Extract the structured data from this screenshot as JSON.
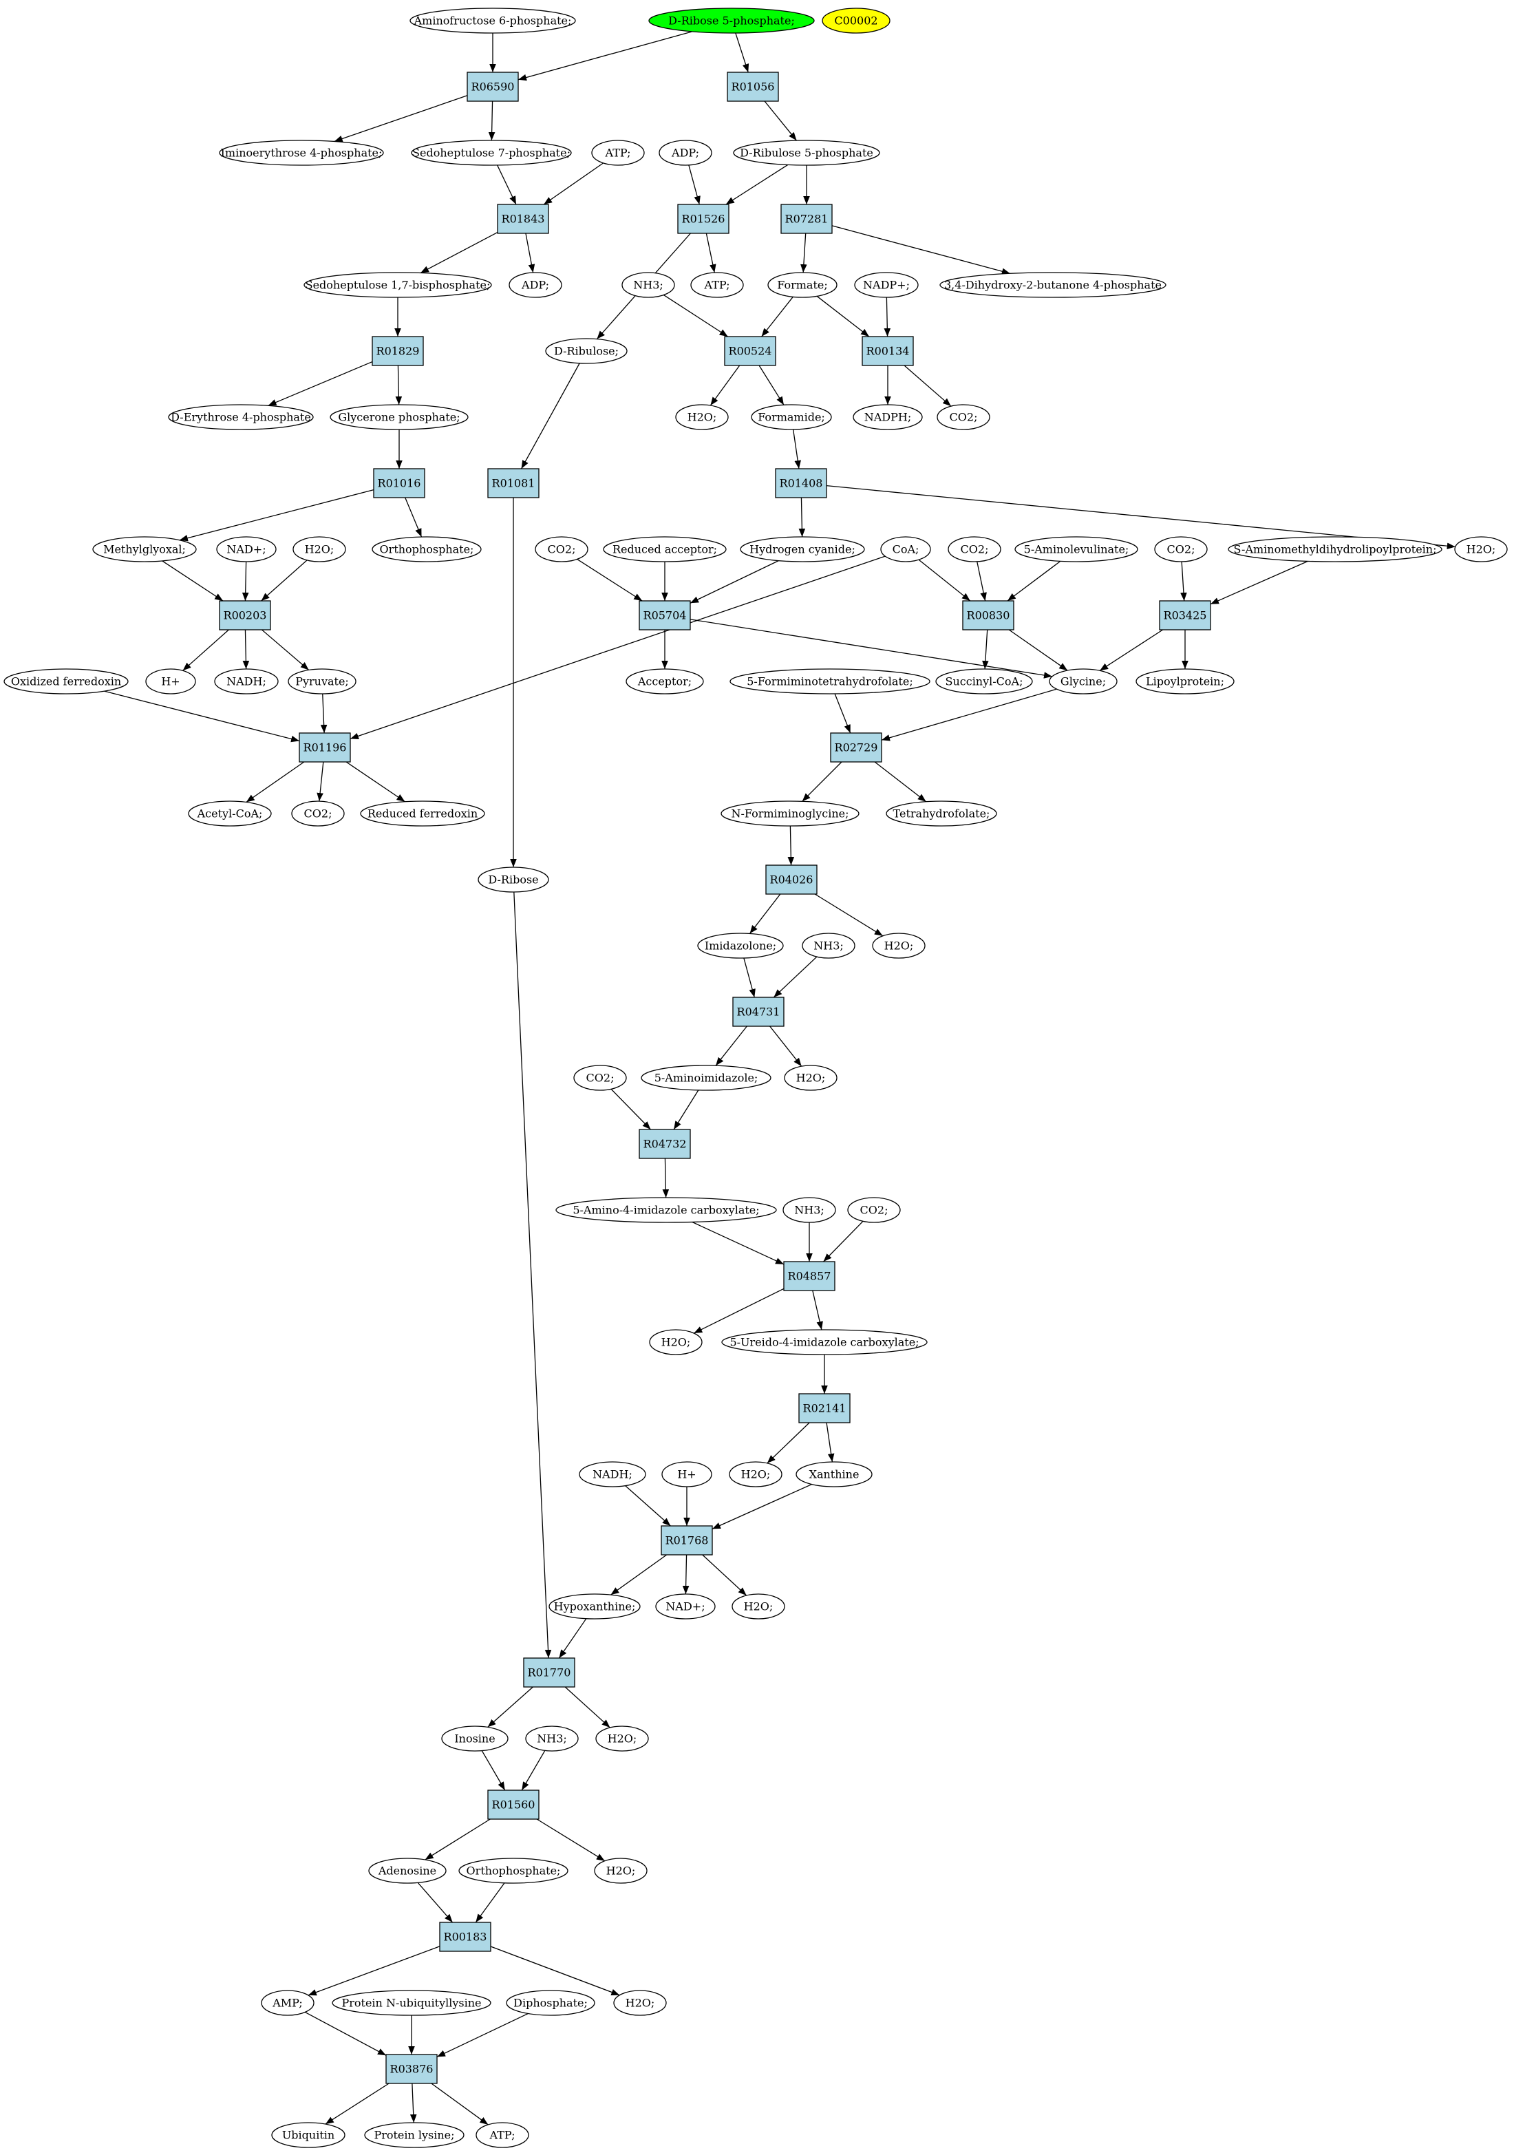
{
  "colors": {
    "reaction_fill": "#add8e6",
    "metabolite_fill": "#ffffff",
    "source_fill": "#00ff00",
    "highlight_fill": "#ffff00",
    "stroke": "#000000"
  },
  "nodes": [
    {
      "id": "n_amf6p",
      "label": "Aminofructose 6-phosphate;",
      "kind": "metabolite"
    },
    {
      "id": "n_dr5p",
      "label": "D-Ribose 5-phosphate;",
      "kind": "source"
    },
    {
      "id": "n_c00002",
      "label": "C00002",
      "kind": "highlight"
    },
    {
      "id": "r_R06590",
      "label": "R06590",
      "kind": "reaction"
    },
    {
      "id": "r_R01056",
      "label": "R01056",
      "kind": "reaction"
    },
    {
      "id": "n_ie4p",
      "label": "Iminoerythrose 4-phosphate;",
      "kind": "metabolite"
    },
    {
      "id": "n_s7p",
      "label": "Sedoheptulose 7-phosphate;",
      "kind": "metabolite"
    },
    {
      "id": "n_atp1",
      "label": "ATP;",
      "kind": "metabolite"
    },
    {
      "id": "n_adp1",
      "label": "ADP;",
      "kind": "metabolite"
    },
    {
      "id": "n_dru5p",
      "label": "D-Ribulose 5-phosphate",
      "kind": "metabolite"
    },
    {
      "id": "r_R01843",
      "label": "R01843",
      "kind": "reaction"
    },
    {
      "id": "r_R01526",
      "label": "R01526",
      "kind": "reaction"
    },
    {
      "id": "r_R07281",
      "label": "R07281",
      "kind": "reaction"
    },
    {
      "id": "n_s17bp",
      "label": "Sedoheptulose 1,7-bisphosphate;",
      "kind": "metabolite"
    },
    {
      "id": "n_adp2",
      "label": "ADP;",
      "kind": "metabolite"
    },
    {
      "id": "n_nh3a",
      "label": "NH3;",
      "kind": "metabolite"
    },
    {
      "id": "n_atp2",
      "label": "ATP;",
      "kind": "metabolite"
    },
    {
      "id": "n_formate",
      "label": "Formate;",
      "kind": "metabolite"
    },
    {
      "id": "n_nadpp",
      "label": "NADP+;",
      "kind": "metabolite"
    },
    {
      "id": "n_dhb4p",
      "label": "3,4-Dihydroxy-2-butanone 4-phosphate",
      "kind": "metabolite"
    },
    {
      "id": "r_R01829",
      "label": "R01829",
      "kind": "reaction"
    },
    {
      "id": "n_dribulose",
      "label": "D-Ribulose;",
      "kind": "metabolite"
    },
    {
      "id": "r_R00524",
      "label": "R00524",
      "kind": "reaction"
    },
    {
      "id": "r_R00134",
      "label": "R00134",
      "kind": "reaction"
    },
    {
      "id": "n_de4p",
      "label": "D-Erythrose 4-phosphate",
      "kind": "metabolite"
    },
    {
      "id": "n_gp",
      "label": "Glycerone phosphate;",
      "kind": "metabolite"
    },
    {
      "id": "n_h2o1",
      "label": "H2O;",
      "kind": "metabolite"
    },
    {
      "id": "n_formamide",
      "label": "Formamide;",
      "kind": "metabolite"
    },
    {
      "id": "n_nadph",
      "label": "NADPH;",
      "kind": "metabolite"
    },
    {
      "id": "n_co2a",
      "label": "CO2;",
      "kind": "metabolite"
    },
    {
      "id": "r_R01016",
      "label": "R01016",
      "kind": "reaction"
    },
    {
      "id": "r_R01081",
      "label": "R01081",
      "kind": "reaction"
    },
    {
      "id": "r_R01408",
      "label": "R01408",
      "kind": "reaction"
    },
    {
      "id": "n_mgx",
      "label": "Methylglyoxal;",
      "kind": "metabolite"
    },
    {
      "id": "n_nadp2",
      "label": "NAD+;",
      "kind": "metabolite"
    },
    {
      "id": "n_h2o2",
      "label": "H2O;",
      "kind": "metabolite"
    },
    {
      "id": "n_ortho1",
      "label": "Orthophosphate;",
      "kind": "metabolite"
    },
    {
      "id": "n_co2b",
      "label": "CO2;",
      "kind": "metabolite"
    },
    {
      "id": "n_redacc",
      "label": "Reduced acceptor;",
      "kind": "metabolite"
    },
    {
      "id": "n_hcn",
      "label": "Hydrogen cyanide;",
      "kind": "metabolite"
    },
    {
      "id": "n_coa",
      "label": "CoA;",
      "kind": "metabolite"
    },
    {
      "id": "n_co2c",
      "label": "CO2;",
      "kind": "metabolite"
    },
    {
      "id": "n_ala",
      "label": "5-Aminolevulinate;",
      "kind": "metabolite"
    },
    {
      "id": "n_co2d",
      "label": "CO2;",
      "kind": "metabolite"
    },
    {
      "id": "n_samdlp",
      "label": "S-Aminomethyldihydrolipoylprotein;",
      "kind": "metabolite"
    },
    {
      "id": "n_h2o3",
      "label": "H2O;",
      "kind": "metabolite"
    },
    {
      "id": "r_R00203",
      "label": "R00203",
      "kind": "reaction"
    },
    {
      "id": "r_R05704",
      "label": "R05704",
      "kind": "reaction"
    },
    {
      "id": "r_R00830",
      "label": "R00830",
      "kind": "reaction"
    },
    {
      "id": "r_R03425",
      "label": "R03425",
      "kind": "reaction"
    },
    {
      "id": "n_oxfd",
      "label": "Oxidized ferredoxin",
      "kind": "metabolite"
    },
    {
      "id": "n_hplus1",
      "label": "H+",
      "kind": "metabolite"
    },
    {
      "id": "n_nadh1",
      "label": "NADH;",
      "kind": "metabolite"
    },
    {
      "id": "n_pyr",
      "label": "Pyruvate;",
      "kind": "metabolite"
    },
    {
      "id": "n_acceptor",
      "label": "Acceptor;",
      "kind": "metabolite"
    },
    {
      "id": "n_5fthf",
      "label": "5-Formiminotetrahydrofolate;",
      "kind": "metabolite"
    },
    {
      "id": "n_succoa",
      "label": "Succinyl-CoA;",
      "kind": "metabolite"
    },
    {
      "id": "n_gly",
      "label": "Glycine;",
      "kind": "metabolite"
    },
    {
      "id": "n_lipo",
      "label": "Lipoylprotein;",
      "kind": "metabolite"
    },
    {
      "id": "r_R01196",
      "label": "R01196",
      "kind": "reaction"
    },
    {
      "id": "r_R02729",
      "label": "R02729",
      "kind": "reaction"
    },
    {
      "id": "n_acoa",
      "label": "Acetyl-CoA;",
      "kind": "metabolite"
    },
    {
      "id": "n_co2e",
      "label": "CO2;",
      "kind": "metabolite"
    },
    {
      "id": "n_redfd",
      "label": "Reduced ferredoxin",
      "kind": "metabolite"
    },
    {
      "id": "n_nfg",
      "label": "N-Formiminoglycine;",
      "kind": "metabolite"
    },
    {
      "id": "n_thf",
      "label": "Tetrahydrofolate;",
      "kind": "metabolite"
    },
    {
      "id": "n_dribose",
      "label": "D-Ribose",
      "kind": "metabolite"
    },
    {
      "id": "r_R04026",
      "label": "R04026",
      "kind": "reaction"
    },
    {
      "id": "n_imidazolone",
      "label": "Imidazolone;",
      "kind": "metabolite"
    },
    {
      "id": "n_nh3b",
      "label": "NH3;",
      "kind": "metabolite"
    },
    {
      "id": "n_h2o4",
      "label": "H2O;",
      "kind": "metabolite"
    },
    {
      "id": "r_R04731",
      "label": "R04731",
      "kind": "reaction"
    },
    {
      "id": "n_co2f",
      "label": "CO2;",
      "kind": "metabolite"
    },
    {
      "id": "n_5ai",
      "label": "5-Aminoimidazole;",
      "kind": "metabolite"
    },
    {
      "id": "n_h2o5",
      "label": "H2O;",
      "kind": "metabolite"
    },
    {
      "id": "r_R04732",
      "label": "R04732",
      "kind": "reaction"
    },
    {
      "id": "n_5a4ic",
      "label": "5-Amino-4-imidazole carboxylate;",
      "kind": "metabolite"
    },
    {
      "id": "n_nh3c",
      "label": "NH3;",
      "kind": "metabolite"
    },
    {
      "id": "n_co2g",
      "label": "CO2;",
      "kind": "metabolite"
    },
    {
      "id": "r_R04857",
      "label": "R04857",
      "kind": "reaction"
    },
    {
      "id": "n_h2o6",
      "label": "H2O;",
      "kind": "metabolite"
    },
    {
      "id": "n_5u4ic",
      "label": "5-Ureido-4-imidazole carboxylate;",
      "kind": "metabolite"
    },
    {
      "id": "r_R02141",
      "label": "R02141",
      "kind": "reaction"
    },
    {
      "id": "n_nadh2",
      "label": "NADH;",
      "kind": "metabolite"
    },
    {
      "id": "n_hplus2",
      "label": "H+",
      "kind": "metabolite"
    },
    {
      "id": "n_h2o7",
      "label": "H2O;",
      "kind": "metabolite"
    },
    {
      "id": "n_xanthine",
      "label": "Xanthine",
      "kind": "metabolite"
    },
    {
      "id": "r_R01768",
      "label": "R01768",
      "kind": "reaction"
    },
    {
      "id": "n_hypox",
      "label": "Hypoxanthine;",
      "kind": "metabolite"
    },
    {
      "id": "n_nadp3",
      "label": "NAD+;",
      "kind": "metabolite"
    },
    {
      "id": "n_h2o8",
      "label": "H2O;",
      "kind": "metabolite"
    },
    {
      "id": "r_R01770",
      "label": "R01770",
      "kind": "reaction"
    },
    {
      "id": "n_inosine",
      "label": "Inosine",
      "kind": "metabolite"
    },
    {
      "id": "n_nh3d",
      "label": "NH3;",
      "kind": "metabolite"
    },
    {
      "id": "n_h2o9",
      "label": "H2O;",
      "kind": "metabolite"
    },
    {
      "id": "r_R01560",
      "label": "R01560",
      "kind": "reaction"
    },
    {
      "id": "n_adenosine",
      "label": "Adenosine",
      "kind": "metabolite"
    },
    {
      "id": "n_ortho2",
      "label": "Orthophosphate;",
      "kind": "metabolite"
    },
    {
      "id": "n_h2o10",
      "label": "H2O;",
      "kind": "metabolite"
    },
    {
      "id": "r_R00183",
      "label": "R00183",
      "kind": "reaction"
    },
    {
      "id": "n_amp",
      "label": "AMP;",
      "kind": "metabolite"
    },
    {
      "id": "n_pnul",
      "label": "Protein N-ubiquityllysine",
      "kind": "metabolite"
    },
    {
      "id": "n_diphos",
      "label": "Diphosphate;",
      "kind": "metabolite"
    },
    {
      "id": "n_h2o11",
      "label": "H2O;",
      "kind": "metabolite"
    },
    {
      "id": "r_R03876",
      "label": "R03876",
      "kind": "reaction"
    },
    {
      "id": "n_ubiquitin",
      "label": "Ubiquitin",
      "kind": "metabolite"
    },
    {
      "id": "n_plys",
      "label": "Protein lysine;",
      "kind": "metabolite"
    },
    {
      "id": "n_atp3",
      "label": "ATP;",
      "kind": "metabolite"
    }
  ],
  "edges": [
    [
      "n_amf6p",
      "r_R06590"
    ],
    [
      "n_dr5p",
      "r_R06590"
    ],
    [
      "n_dr5p",
      "r_R01056"
    ],
    [
      "r_R06590",
      "n_ie4p"
    ],
    [
      "r_R06590",
      "n_s7p"
    ],
    [
      "r_R01056",
      "n_dru5p"
    ],
    [
      "n_s7p",
      "r_R01843"
    ],
    [
      "n_atp1",
      "r_R01843"
    ],
    [
      "r_R01843",
      "n_s17bp"
    ],
    [
      "r_R01843",
      "n_adp2"
    ],
    [
      "n_adp1",
      "r_R01526"
    ],
    [
      "n_dru5p",
      "r_R01526"
    ],
    [
      "n_dru5p",
      "r_R07281"
    ],
    [
      "r_R01526",
      "n_atp2"
    ],
    [
      "r_R01526",
      "n_dribulose"
    ],
    [
      "r_R07281",
      "n_formate"
    ],
    [
      "r_R07281",
      "n_dhb4p"
    ],
    [
      "n_s17bp",
      "r_R01829"
    ],
    [
      "r_R01829",
      "n_de4p"
    ],
    [
      "r_R01829",
      "n_gp"
    ],
    [
      "n_nh3a",
      "r_R00524"
    ],
    [
      "n_formate",
      "r_R00524"
    ],
    [
      "n_formate",
      "r_R00134"
    ],
    [
      "n_nadpp",
      "r_R00134"
    ],
    [
      "r_R00524",
      "n_h2o1"
    ],
    [
      "r_R00524",
      "n_formamide"
    ],
    [
      "r_R00134",
      "n_nadph"
    ],
    [
      "r_R00134",
      "n_co2a"
    ],
    [
      "n_gp",
      "r_R01016"
    ],
    [
      "r_R01016",
      "n_mgx"
    ],
    [
      "r_R01016",
      "n_ortho1"
    ],
    [
      "n_dribulose",
      "r_R01081"
    ],
    [
      "r_R01081",
      "n_dribose"
    ],
    [
      "n_formamide",
      "r_R01408"
    ],
    [
      "r_R01408",
      "n_hcn"
    ],
    [
      "r_R01408",
      "n_h2o3"
    ],
    [
      "n_mgx",
      "r_R00203"
    ],
    [
      "n_nadp2",
      "r_R00203"
    ],
    [
      "n_h2o2",
      "r_R00203"
    ],
    [
      "r_R00203",
      "n_hplus1"
    ],
    [
      "r_R00203",
      "n_nadh1"
    ],
    [
      "r_R00203",
      "n_pyr"
    ],
    [
      "n_co2b",
      "r_R05704"
    ],
    [
      "n_redacc",
      "r_R05704"
    ],
    [
      "n_hcn",
      "r_R05704"
    ],
    [
      "r_R05704",
      "n_acceptor"
    ],
    [
      "r_R05704",
      "n_gly"
    ],
    [
      "n_coa",
      "r_R00830"
    ],
    [
      "n_co2c",
      "r_R00830"
    ],
    [
      "n_ala",
      "r_R00830"
    ],
    [
      "r_R00830",
      "n_succoa"
    ],
    [
      "r_R00830",
      "n_gly"
    ],
    [
      "n_co2d",
      "r_R03425"
    ],
    [
      "n_samdlp",
      "r_R03425"
    ],
    [
      "r_R03425",
      "n_gly"
    ],
    [
      "r_R03425",
      "n_lipo"
    ],
    [
      "n_oxfd",
      "r_R01196"
    ],
    [
      "n_pyr",
      "r_R01196"
    ],
    [
      "n_coa",
      "r_R01196"
    ],
    [
      "r_R01196",
      "n_acoa"
    ],
    [
      "r_R01196",
      "n_co2e"
    ],
    [
      "r_R01196",
      "n_redfd"
    ],
    [
      "n_5fthf",
      "r_R02729"
    ],
    [
      "n_gly",
      "r_R02729"
    ],
    [
      "r_R02729",
      "n_nfg"
    ],
    [
      "r_R02729",
      "n_thf"
    ],
    [
      "n_nfg",
      "r_R04026"
    ],
    [
      "r_R04026",
      "n_imidazolone"
    ],
    [
      "r_R04026",
      "n_h2o4"
    ],
    [
      "n_imidazolone",
      "r_R04731"
    ],
    [
      "n_nh3b",
      "r_R04731"
    ],
    [
      "r_R04731",
      "n_5ai"
    ],
    [
      "r_R04731",
      "n_h2o5"
    ],
    [
      "n_co2f",
      "r_R04732"
    ],
    [
      "n_5ai",
      "r_R04732"
    ],
    [
      "r_R04732",
      "n_5a4ic"
    ],
    [
      "n_5a4ic",
      "r_R04857"
    ],
    [
      "n_nh3c",
      "r_R04857"
    ],
    [
      "n_co2g",
      "r_R04857"
    ],
    [
      "r_R04857",
      "n_h2o6"
    ],
    [
      "r_R04857",
      "n_5u4ic"
    ],
    [
      "n_5u4ic",
      "r_R02141"
    ],
    [
      "r_R02141",
      "n_h2o7"
    ],
    [
      "r_R02141",
      "n_xanthine"
    ],
    [
      "n_nadh2",
      "r_R01768"
    ],
    [
      "n_hplus2",
      "r_R01768"
    ],
    [
      "n_xanthine",
      "r_R01768"
    ],
    [
      "r_R01768",
      "n_hypox"
    ],
    [
      "r_R01768",
      "n_nadp3"
    ],
    [
      "r_R01768",
      "n_h2o8"
    ],
    [
      "n_dribose",
      "r_R01770"
    ],
    [
      "n_hypox",
      "r_R01770"
    ],
    [
      "r_R01770",
      "n_inosine"
    ],
    [
      "r_R01770",
      "n_h2o9"
    ],
    [
      "n_inosine",
      "r_R01560"
    ],
    [
      "n_nh3d",
      "r_R01560"
    ],
    [
      "r_R01560",
      "n_adenosine"
    ],
    [
      "r_R01560",
      "n_h2o10"
    ],
    [
      "n_adenosine",
      "r_R00183"
    ],
    [
      "n_ortho2",
      "r_R00183"
    ],
    [
      "r_R00183",
      "n_amp"
    ],
    [
      "r_R00183",
      "n_h2o11"
    ],
    [
      "n_amp",
      "r_R03876"
    ],
    [
      "n_pnul",
      "r_R03876"
    ],
    [
      "n_diphos",
      "r_R03876"
    ],
    [
      "r_R03876",
      "n_ubiquitin"
    ],
    [
      "r_R03876",
      "n_plys"
    ],
    [
      "r_R03876",
      "n_atp3"
    ]
  ]
}
